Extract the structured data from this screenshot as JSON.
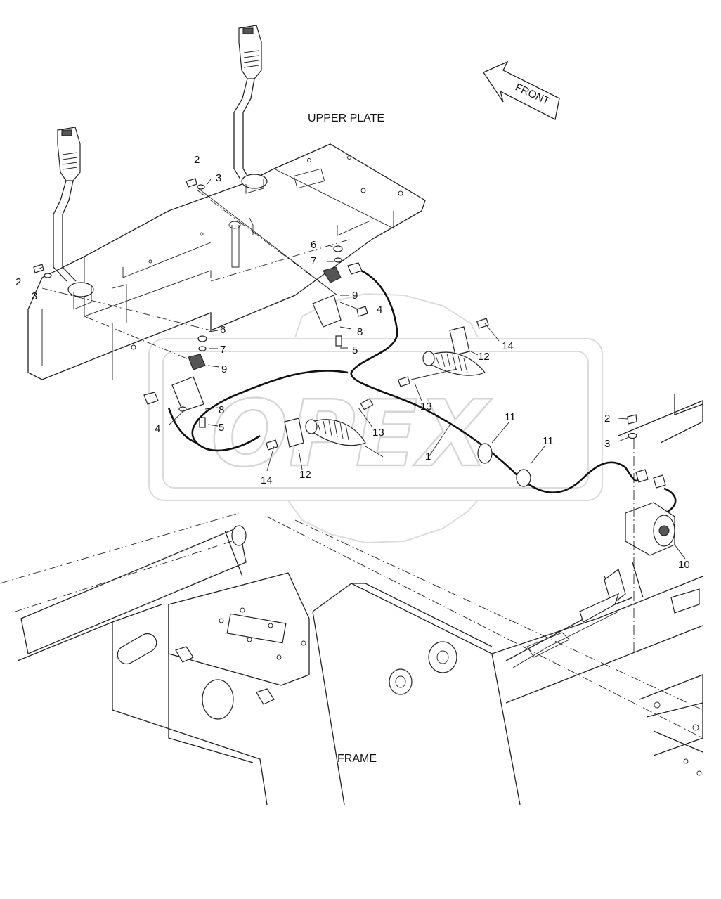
{
  "labels": {
    "upper_plate": "UPPER PLATE",
    "frame": "FRAME",
    "front": "FRONT"
  },
  "watermark": {
    "text": "OPEX"
  },
  "callouts": [
    {
      "id": "c-2a",
      "text": "2"
    },
    {
      "id": "c-3a",
      "text": "3"
    },
    {
      "id": "c-2b",
      "text": "2"
    },
    {
      "id": "c-3b",
      "text": "3"
    },
    {
      "id": "c-6a",
      "text": "6"
    },
    {
      "id": "c-7a",
      "text": "7"
    },
    {
      "id": "c-9a",
      "text": "9"
    },
    {
      "id": "c-4a",
      "text": "4"
    },
    {
      "id": "c-8a",
      "text": "8"
    },
    {
      "id": "c-5a",
      "text": "5"
    },
    {
      "id": "c-6b",
      "text": "6"
    },
    {
      "id": "c-7b",
      "text": "7"
    },
    {
      "id": "c-9b",
      "text": "9"
    },
    {
      "id": "c-8b",
      "text": "8"
    },
    {
      "id": "c-4b",
      "text": "4"
    },
    {
      "id": "c-5b",
      "text": "5"
    },
    {
      "id": "c-14a",
      "text": "14"
    },
    {
      "id": "c-12a",
      "text": "12"
    },
    {
      "id": "c-13a",
      "text": "13"
    },
    {
      "id": "c-13b",
      "text": "13"
    },
    {
      "id": "c-1",
      "text": "1"
    },
    {
      "id": "c-11a",
      "text": "11"
    },
    {
      "id": "c-11b",
      "text": "11"
    },
    {
      "id": "c-14b",
      "text": "14"
    },
    {
      "id": "c-12b",
      "text": "12"
    },
    {
      "id": "c-2c",
      "text": "2"
    },
    {
      "id": "c-3c",
      "text": "3"
    },
    {
      "id": "c-10",
      "text": "10"
    }
  ]
}
